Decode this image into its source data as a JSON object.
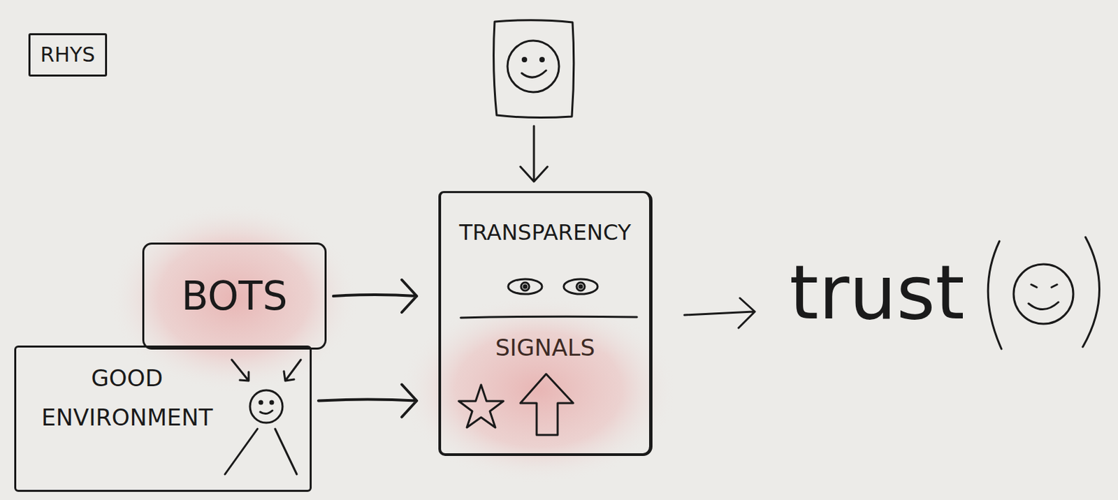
{
  "diagram": {
    "nodes": [
      {
        "text": [
          "RHYS"
        ]
      },
      {
        "text": [
          "BOTS"
        ]
      },
      {
        "text": [
          "GOOD ENVIRONMENT"
        ]
      },
      {
        "text": [
          "TRANSPARENCY",
          "SIGNALS"
        ]
      }
    ],
    "edges": [
      {
        "from": 1,
        "to": 3,
        "arrow": "to"
      },
      {
        "from": 2,
        "to": 3,
        "arrow": "to"
      }
    ],
    "labels": [
      "trust"
    ]
  }
}
